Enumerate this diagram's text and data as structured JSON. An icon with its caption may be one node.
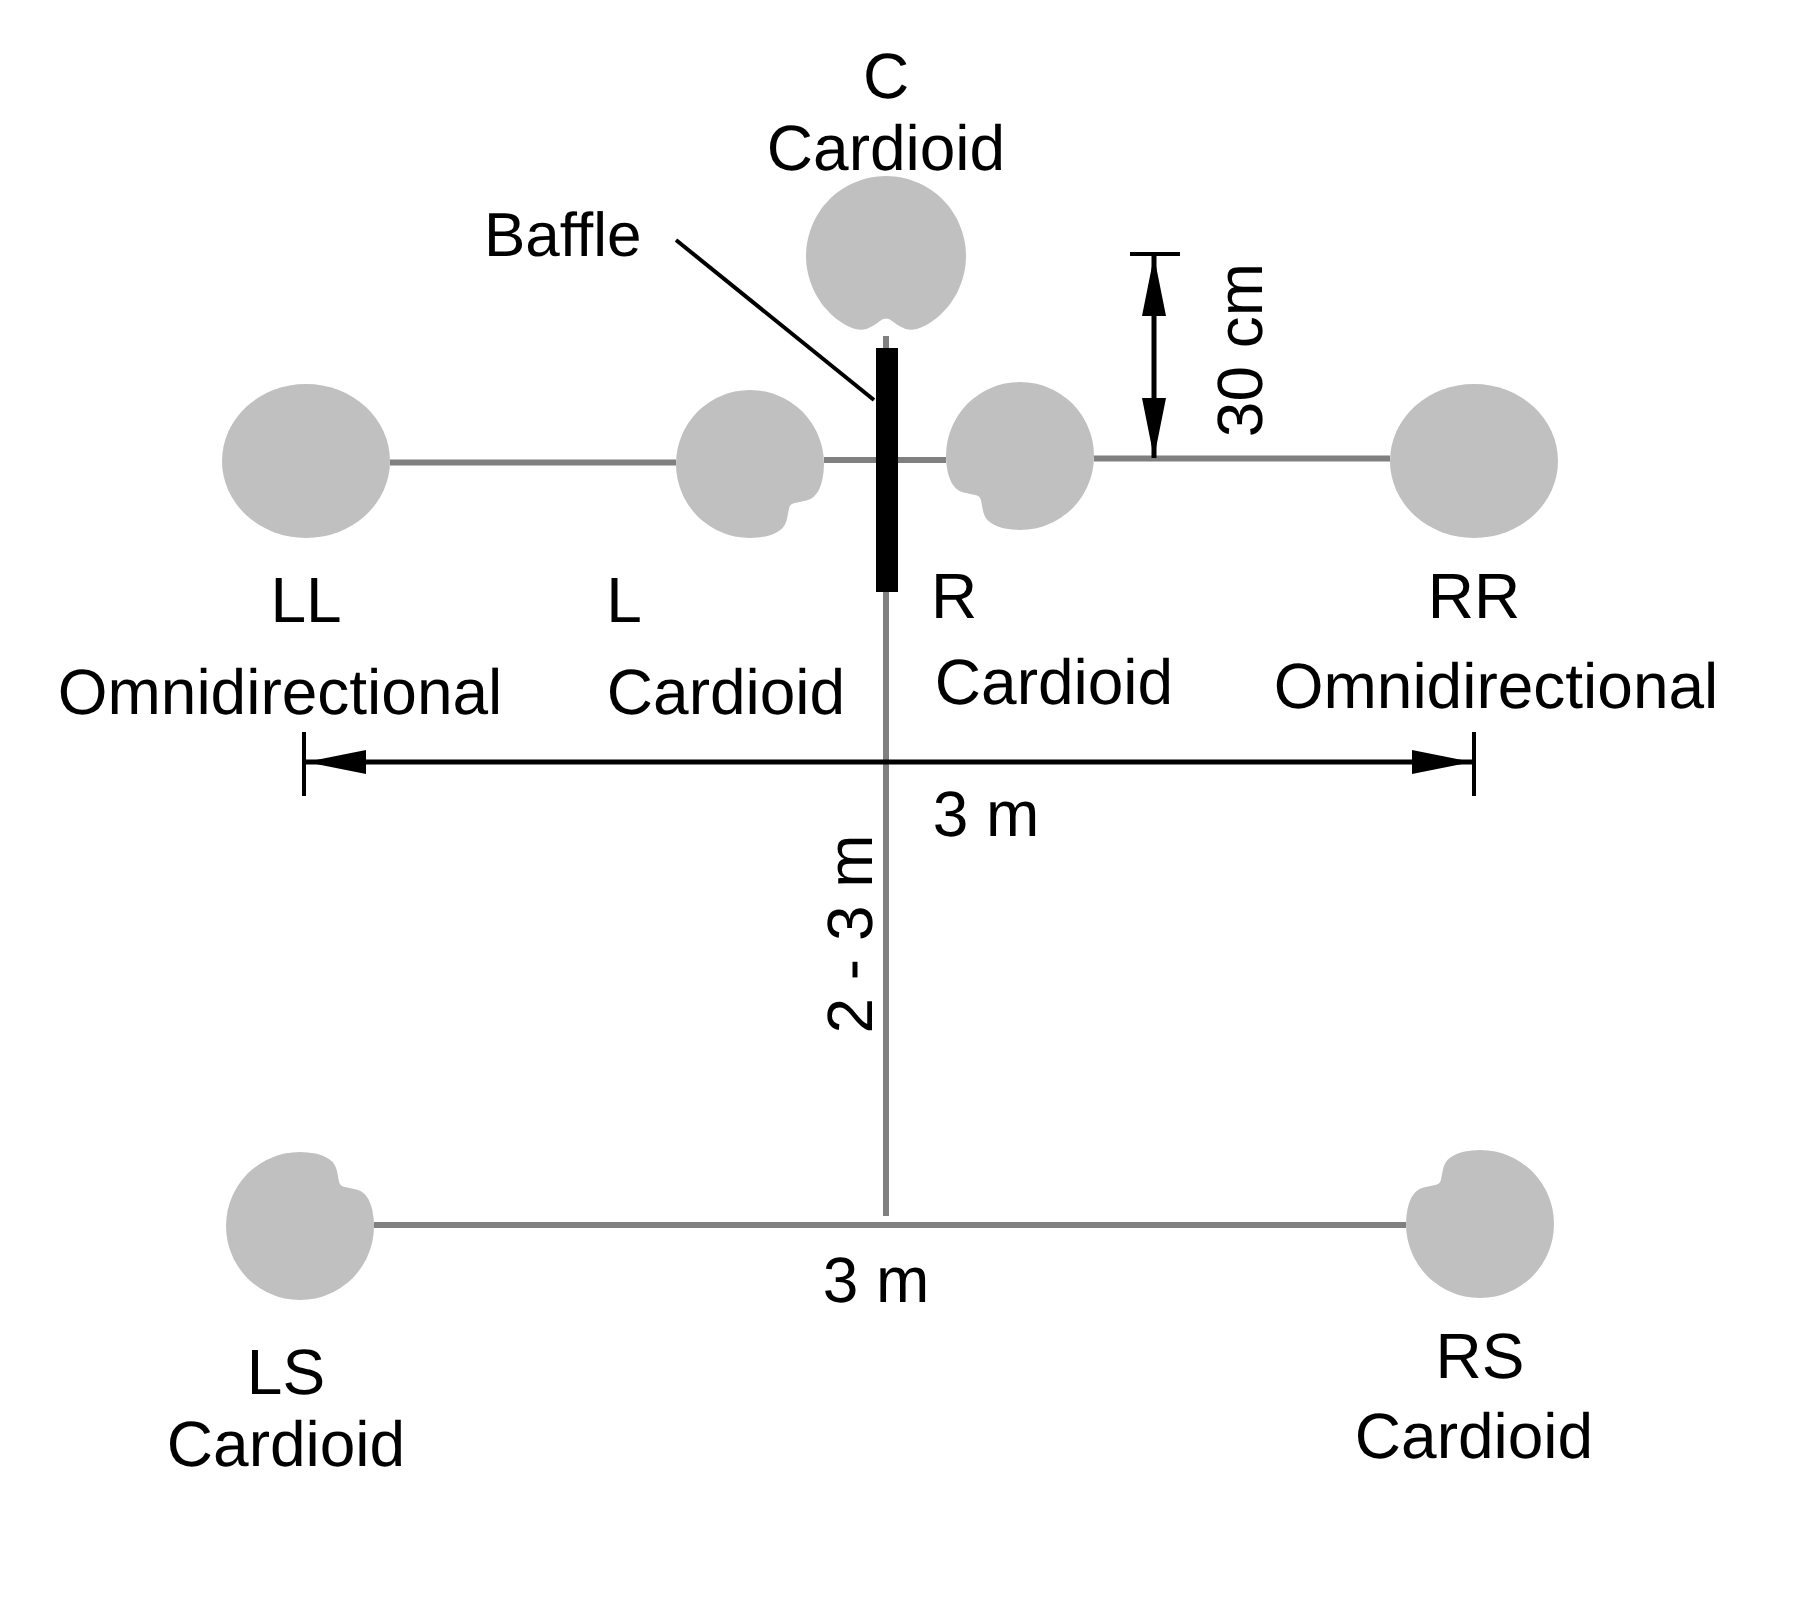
{
  "diagram": {
    "nodes": [
      {
        "text": [],
        "shape": "cardioid",
        "beside": [
          "C",
          "Cardioid"
        ]
      },
      {
        "text": [
          "Baffle"
        ]
      },
      {
        "text": [],
        "shape": "bar"
      },
      {
        "text": [],
        "shape": "circle",
        "beside": [
          "LL",
          "Omnidirectional"
        ]
      },
      {
        "text": [],
        "shape": "cardioid",
        "beside": [
          "L",
          "Cardioid"
        ]
      },
      {
        "text": [],
        "shape": "cardioid",
        "beside": [
          "R",
          "Cardioid"
        ]
      },
      {
        "text": [],
        "shape": "circle",
        "beside": [
          "RR",
          "Omnidirectional"
        ]
      },
      {
        "text": [],
        "shape": "cardioid",
        "beside": [
          "LS",
          "Cardioid"
        ]
      },
      {
        "text": [],
        "shape": "cardioid",
        "beside": [
          "RS",
          "Cardioid"
        ]
      }
    ],
    "edges": [
      {
        "from": 3,
        "to": 4,
        "arrow": "none"
      },
      {
        "from": 4,
        "to": 5,
        "arrow": "none"
      },
      {
        "from": 5,
        "to": 6,
        "arrow": "none"
      },
      {
        "from": 0,
        "to": null,
        "arrow": "none"
      },
      {
        "from": 7,
        "to": 8,
        "arrow": "none"
      },
      {
        "from": 1,
        "to": 2,
        "arrow": "none",
        "color": "#000000"
      }
    ],
    "labels": [
      "30 cm",
      "3 m",
      "2 - 3 m",
      "3 m"
    ]
  }
}
